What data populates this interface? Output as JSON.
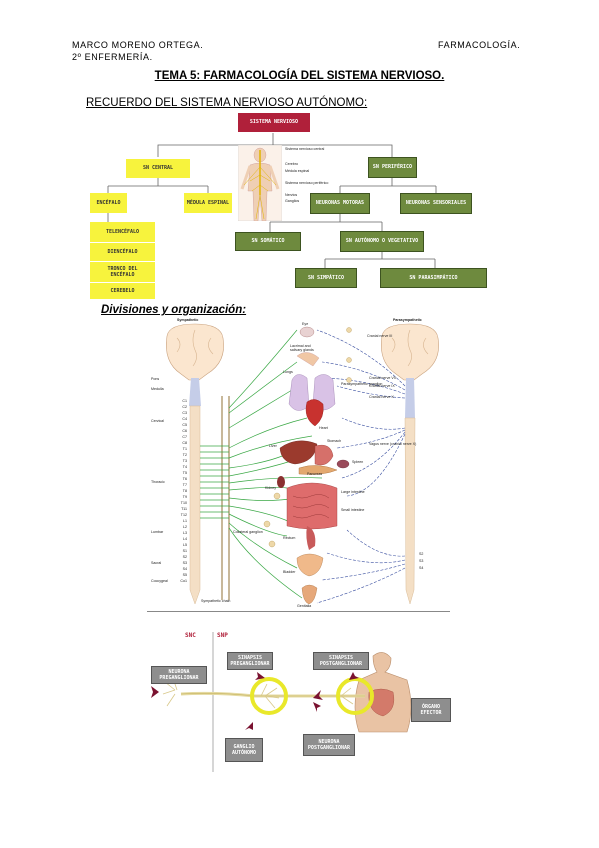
{
  "header": {
    "author": "MARCO MORENO ORTEGA.",
    "course": "2º ENFERMERÍA.",
    "subject": "FARMACOLOGÍA."
  },
  "title": "TEMA 5: FARMACOLOGÍA DEL SISTEMA NERVIOSO.",
  "subtitle": "RECUERDO DEL SISTEMA NERVIOSO AUTÓNOMO:",
  "section_heading": "Divisiones y organización:",
  "concept_map": {
    "root": "SISTEMA NERVIOSO",
    "central": "SN CENTRAL",
    "peripheral": "SN PERIFÉRICO",
    "encefalo": "ENCÉFALO",
    "medula": "MÉDULA ESPINAL",
    "brain_parts": [
      "TELENCÉFALO",
      "DIENCÉFALO",
      "TRONCO DEL ENCÉFALO",
      "CEREBELO"
    ],
    "motoras": "NEURONAS MOTORAS",
    "sensoriales": "NEURONAS SENSORIALES",
    "somatico": "SN SOMÁTICO",
    "autonomo": "SN AUTÓNOMO O VEGETATIVO",
    "simpatico": "SN SIMPÁTICO",
    "parasimpatico": "SN PARASIMPÁTICO",
    "body_labels": [
      "Sistema nervioso central",
      "Cerebro",
      "Médula espinal",
      "Sistema nervioso periférico",
      "Nervios",
      "Ganglios"
    ]
  },
  "ans_diagram": {
    "sympathetic": "Sympathetic",
    "parasympathetic": "Parasympathetic",
    "left_labels": [
      "Pons",
      "Medulla",
      "Cervical",
      "Thoracic",
      "Lumbar",
      "Sacral",
      "Coccygeal"
    ],
    "segments": [
      "C1",
      "C2",
      "C3",
      "C4",
      "C5",
      "C6",
      "C7",
      "C8",
      "T1",
      "T2",
      "T3",
      "T4",
      "T5",
      "T6",
      "T7",
      "T8",
      "T9",
      "T10",
      "T11",
      "T12",
      "L1",
      "L2",
      "L3",
      "L4",
      "L5",
      "S1",
      "S2",
      "S3",
      "S4",
      "S5",
      "Co1"
    ],
    "organs": [
      "Eye",
      "Lacrimal and salivary glands",
      "Lungs",
      "Heart",
      "Liver",
      "Stomach",
      "Spleen",
      "Pancreas",
      "Kidney",
      "Large intestine",
      "Small intestine",
      "Rectum",
      "Bladder",
      "Genitalia"
    ],
    "other_labels": [
      "Parasympathetic ganglion",
      "Collateral ganglion",
      "Sympathetic chain"
    ],
    "cranial": [
      "Cranial nerve III",
      "Cranial nerve VII",
      "Cranial nerve IX",
      "Cranial nerve X",
      "Vagus nerve (cranial nerve X)"
    ],
    "sacral": [
      "S2",
      "S3",
      "S4"
    ]
  },
  "synapse_diagram": {
    "snc": "SNC",
    "snp": "SNP",
    "preganglionic_neuron": "NEURONA PREGANGLIONAR",
    "preganglionic_synapse": "SINAPSIS PREGANGLIONAR",
    "postganglionic_synapse": "SINAPSIS POSTGANGLIONAR",
    "ganglion": "GANGLIO AUTÓNOMO",
    "postganglionic_neuron": "NEURONA POSTGANGLIONAR",
    "effector": "ÓRGANO EFECTOR"
  },
  "colors": {
    "red_box": "#b0203a",
    "green_box": "#6e8a3e",
    "yellow_box": "#f7f33d",
    "grey_box": "#8e8e8e",
    "nerve_green": "#3aa845",
    "nerve_blue": "#3a4fa0"
  }
}
